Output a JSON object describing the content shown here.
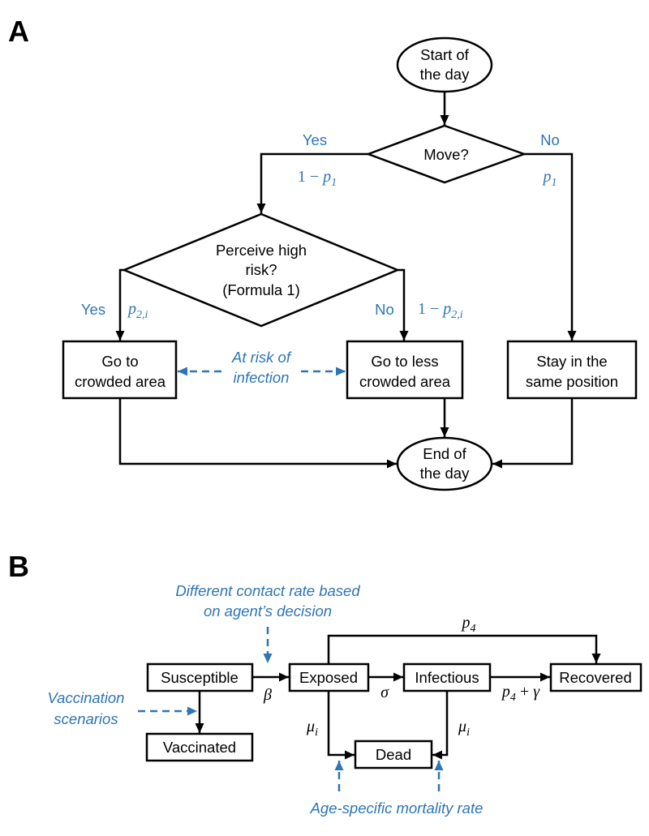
{
  "colors": {
    "line": "#000000",
    "annotation": "#2E75B6"
  },
  "panel_a": {
    "label": "A",
    "start_node": {
      "lines": [
        "Start of",
        "the day"
      ]
    },
    "move_node": {
      "text": "Move?"
    },
    "move_yes": {
      "label": "Yes",
      "prob": {
        "prefix": "1 − ",
        "var": "p",
        "sub": "1"
      }
    },
    "move_no": {
      "label": "No",
      "prob": {
        "var": "p",
        "sub": "1"
      }
    },
    "risk_node": {
      "lines": [
        "Perceive high",
        "risk?",
        "(Formula 1)"
      ]
    },
    "risk_yes": {
      "label": "Yes",
      "prob": {
        "var": "p",
        "sub": "2,i"
      }
    },
    "risk_no": {
      "label": "No",
      "prob": {
        "prefix": "1 − ",
        "var": "p",
        "sub": "2,i"
      }
    },
    "crowded_node": {
      "lines": [
        "Go to",
        "crowded area"
      ]
    },
    "less_crowded_node": {
      "lines": [
        "Go to less",
        "crowded area"
      ]
    },
    "stay_node": {
      "lines": [
        "Stay in the",
        "same position"
      ]
    },
    "risk_annotation": {
      "lines": [
        "At risk of",
        "infection"
      ]
    },
    "end_node": {
      "lines": [
        "End of",
        "the day"
      ]
    }
  },
  "panel_b": {
    "label": "B",
    "contact_annotation": {
      "lines": [
        "Different contact rate based",
        "on agent’s decision"
      ]
    },
    "vaccination_annotation": {
      "lines": [
        "Vaccination",
        "scenarios"
      ]
    },
    "mortality_annotation": {
      "text": "Age-specific mortality rate"
    },
    "states": {
      "susceptible": "Susceptible",
      "exposed": "Exposed",
      "infectious": "Infectious",
      "recovered": "Recovered",
      "vaccinated": "Vaccinated",
      "dead": "Dead"
    },
    "rates": {
      "s_to_e": {
        "var": "β"
      },
      "e_to_i": {
        "var": "σ"
      },
      "i_to_r": {
        "var": "p",
        "sub": "4",
        "op": " + ",
        "var2": "γ"
      },
      "e_to_r": {
        "var": "p",
        "sub": "4"
      },
      "e_to_dead": {
        "var": "μ",
        "sub": "i"
      },
      "i_to_dead": {
        "var": "μ",
        "sub": "i"
      }
    }
  }
}
